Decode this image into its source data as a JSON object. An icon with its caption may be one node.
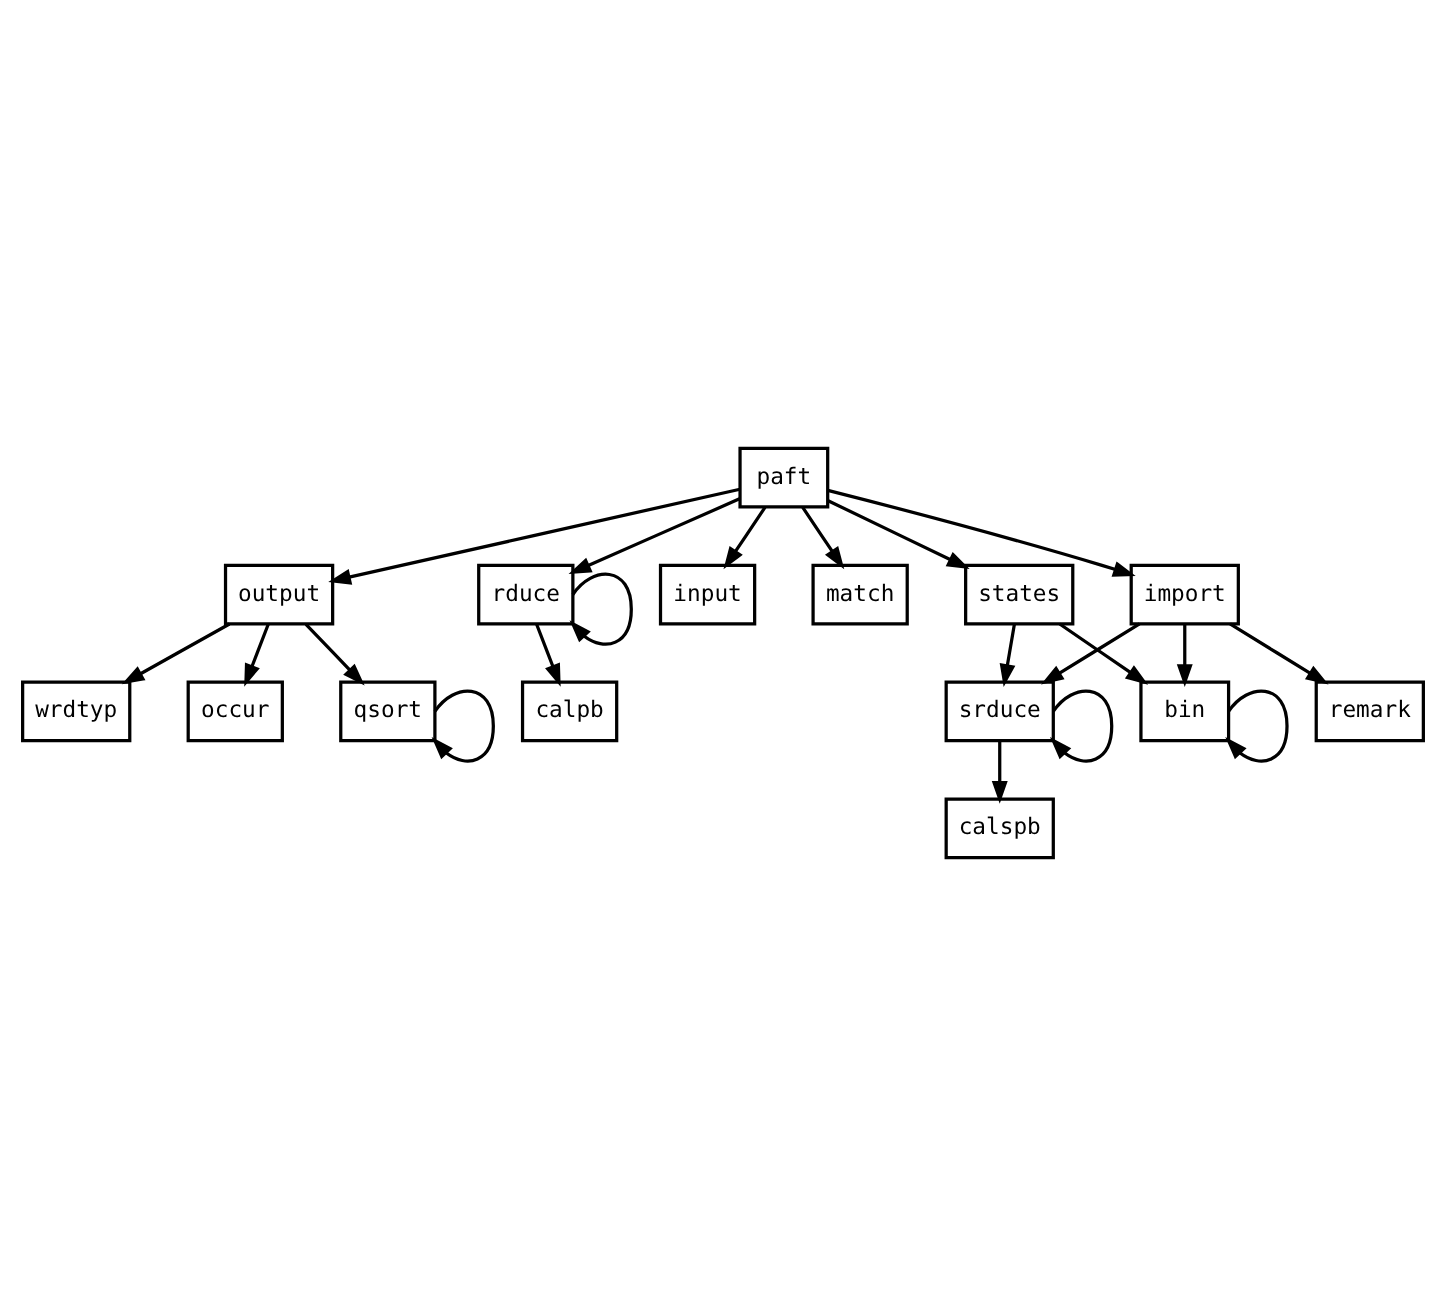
{
  "diagram": {
    "nodes": [
      {
        "text": [
          "wrdtyp"
        ]
      },
      {
        "text": [
          "occur"
        ]
      },
      {
        "text": [
          "qsort"
        ]
      },
      {
        "text": [
          "calpb"
        ]
      },
      {
        "text": [
          "output"
        ]
      },
      {
        "text": [
          "rduce"
        ]
      },
      {
        "text": [
          "input"
        ]
      },
      {
        "text": [
          "paft"
        ]
      },
      {
        "text": [
          "match"
        ]
      },
      {
        "text": [
          "import"
        ]
      },
      {
        "text": [
          "bin"
        ]
      },
      {
        "text": [
          "states"
        ]
      },
      {
        "text": [
          "remark"
        ]
      },
      {
        "text": [
          "srduce"
        ]
      },
      {
        "text": [
          "calspb"
        ]
      }
    ],
    "edges": [
      {
        "from": 4,
        "to": 0,
        "arrow": "to"
      },
      {
        "from": 4,
        "to": 1,
        "arrow": "to"
      },
      {
        "from": 4,
        "to": 2,
        "arrow": "to"
      },
      {
        "from": 2,
        "to": 2,
        "arrow": "to"
      },
      {
        "from": 5,
        "to": 3,
        "arrow": "to"
      },
      {
        "from": 5,
        "to": 5,
        "arrow": "to"
      },
      {
        "from": 7,
        "to": 4,
        "arrow": "to"
      },
      {
        "from": 7,
        "to": 5,
        "arrow": "to"
      },
      {
        "from": 7,
        "to": 6,
        "arrow": "to"
      },
      {
        "from": 7,
        "to": 8,
        "arrow": "to"
      },
      {
        "from": 7,
        "to": 9,
        "arrow": "to"
      },
      {
        "from": 7,
        "to": 11,
        "arrow": "to"
      },
      {
        "from": 9,
        "to": 10,
        "arrow": "to"
      },
      {
        "from": 11,
        "to": 10,
        "arrow": "to"
      },
      {
        "from": 10,
        "to": 10,
        "arrow": "to"
      },
      {
        "from": 9,
        "to": 12,
        "arrow": "to"
      },
      {
        "from": 9,
        "to": 13,
        "arrow": "to"
      },
      {
        "from": 11,
        "to": 13,
        "arrow": "to"
      },
      {
        "from": 13,
        "to": 13,
        "arrow": "to"
      },
      {
        "from": 13,
        "to": 14,
        "arrow": "to"
      }
    ]
  }
}
